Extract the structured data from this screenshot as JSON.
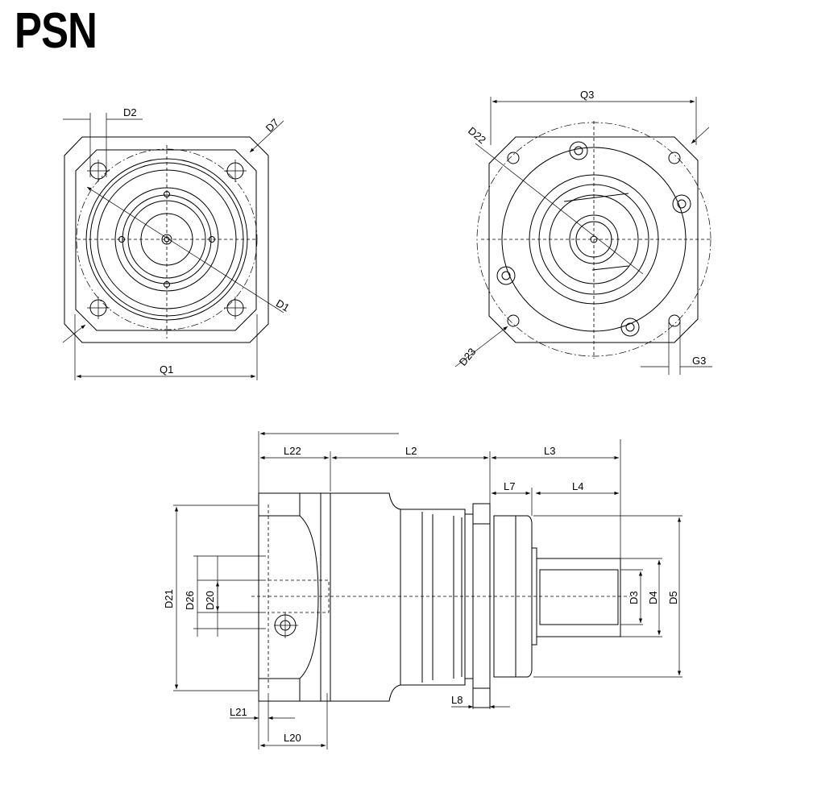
{
  "title": "PSN",
  "front_view": {
    "labels": {
      "d2": "D2",
      "d7": "D7",
      "d1": "D1",
      "q1": "Q1"
    }
  },
  "rear_view": {
    "labels": {
      "q3": "Q3",
      "d22": "D22",
      "d23": "D23",
      "g3": "G3"
    }
  },
  "side_view": {
    "labels": {
      "l22": "L22",
      "l2": "L2",
      "l3": "L3",
      "l7": "L7",
      "l4": "L4",
      "l8": "L8",
      "l21": "L21",
      "l20": "L20",
      "d21": "D21",
      "d26": "D26",
      "d20": "D20",
      "d3": "D3",
      "d4": "D4",
      "d5": "D5"
    }
  }
}
